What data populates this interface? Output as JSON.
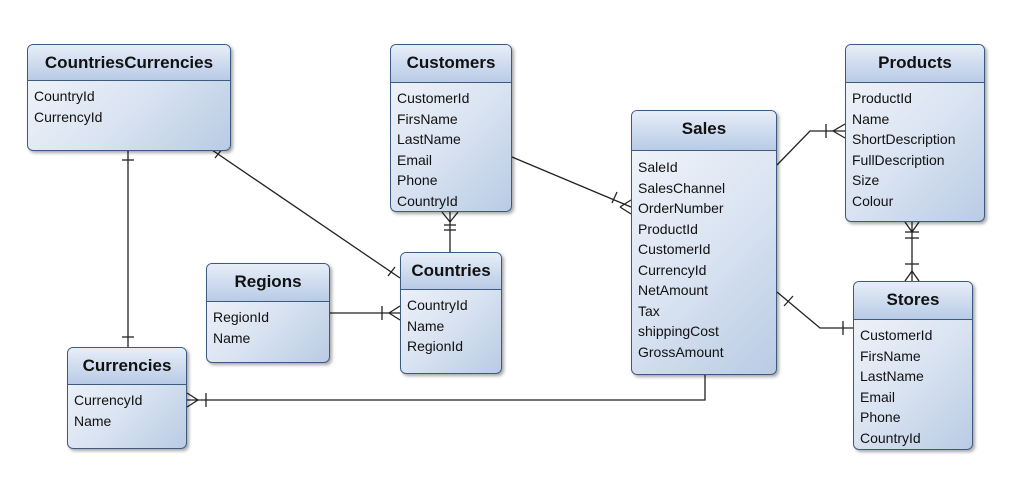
{
  "entities": {
    "countries_currencies": {
      "title": "CountriesCurrencies",
      "fields": [
        "CountryId",
        "CurrencyId"
      ]
    },
    "customers": {
      "title": "Customers",
      "fields": [
        "CustomerId",
        "FirsName",
        "LastName",
        "Email",
        "Phone",
        "CountryId"
      ]
    },
    "products": {
      "title": "Products",
      "fields": [
        "ProductId",
        "Name",
        "ShortDescription",
        "FullDescription",
        "Size",
        "Colour"
      ]
    },
    "sales": {
      "title": "Sales",
      "fields": [
        "SaleId",
        "SalesChannel",
        "OrderNumber",
        "ProductId",
        "CustomerId",
        "CurrencyId",
        "NetAmount",
        "Tax",
        "shippingCost",
        "GrossAmount"
      ]
    },
    "regions": {
      "title": "Regions",
      "fields": [
        "RegionId",
        "Name"
      ]
    },
    "countries": {
      "title": "Countries",
      "fields": [
        "CountryId",
        "Name",
        "RegionId"
      ]
    },
    "currencies": {
      "title": "Currencies",
      "fields": [
        "CurrencyId",
        "Name"
      ]
    },
    "stores": {
      "title": "Stores",
      "fields": [
        "CustomerId",
        "FirsName",
        "LastName",
        "Email",
        "Phone",
        "CountryId"
      ]
    }
  }
}
